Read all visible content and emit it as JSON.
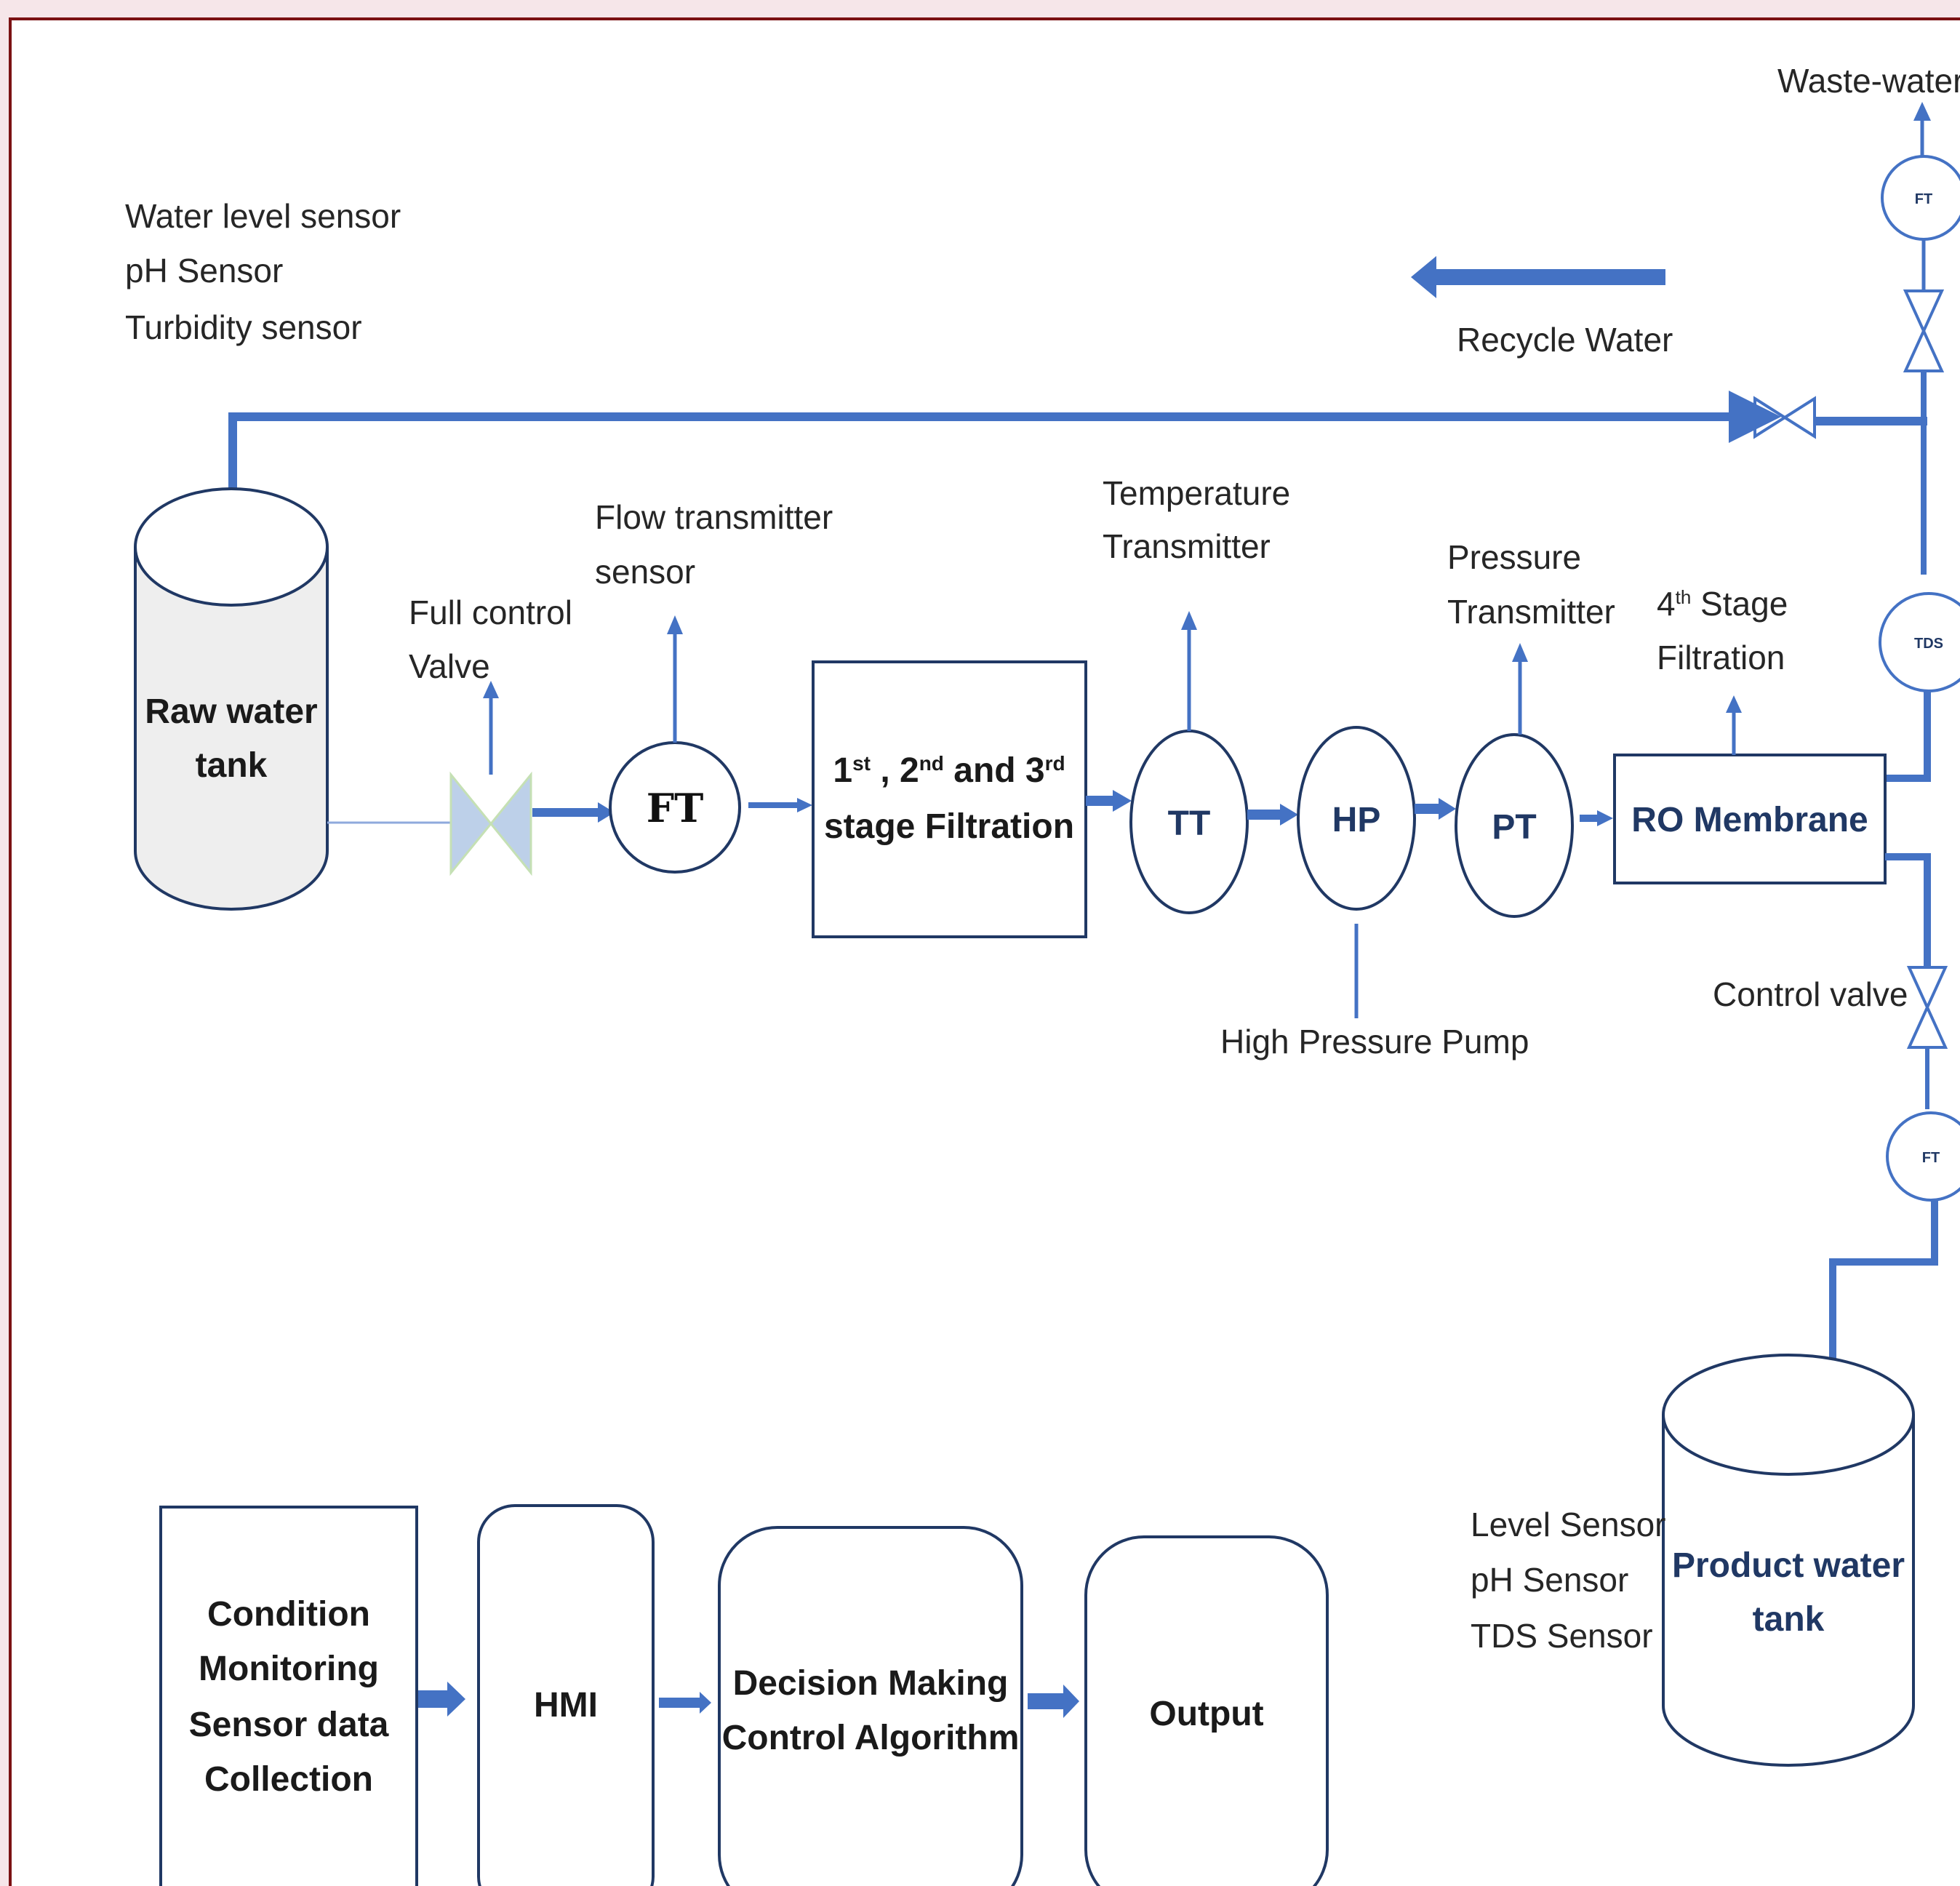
{
  "colors": {
    "pipe": "#4472c4",
    "stroke": "#203864",
    "frame": "#7b1113",
    "background": "#f6e6e9"
  },
  "top_left_sensors": [
    "Water level sensor",
    "pH Sensor",
    "Turbidity sensor"
  ],
  "raw_tank": [
    "Raw water",
    "tank"
  ],
  "full_control_valve": [
    "Full control",
    "Valve"
  ],
  "flow_transmitter_label": [
    "Flow transmitter",
    "sensor"
  ],
  "ft_main": "FT",
  "filtration": {
    "line1_parts": [
      "1",
      "st",
      " , 2",
      "nd",
      " and 3",
      "rd"
    ],
    "line2": "stage Filtration"
  },
  "temperature_transmitter_label": [
    "Temperature",
    "Transmitter"
  ],
  "tt": "TT",
  "hp": "HP",
  "high_pressure_pump": "High Pressure Pump",
  "pressure_transmitter_label": [
    "Pressure",
    "Transmitter"
  ],
  "pt": "PT",
  "fourth_stage": {
    "line1_parts": [
      "4",
      "th",
      " Stage"
    ],
    "line2": "Filtration"
  },
  "ro_membrane": "RO Membrane",
  "waste_water": "Waste-water",
  "ft_waste": "FT",
  "tds": "TDS",
  "recycle_water": "Recycle Water",
  "control_valve": "Control valve",
  "ft_product": "FT",
  "product_sensors": [
    "Level Sensor",
    "pH Sensor",
    "TDS Sensor"
  ],
  "product_tank": [
    "Product water",
    "tank"
  ],
  "bottom_flow": {
    "condition_monitoring": [
      "Condition",
      "Monitoring",
      "Sensor data",
      "Collection"
    ],
    "hmi": "HMI",
    "decision_making": [
      "Decision Making",
      "Control Algorithm"
    ],
    "output": "Output"
  }
}
